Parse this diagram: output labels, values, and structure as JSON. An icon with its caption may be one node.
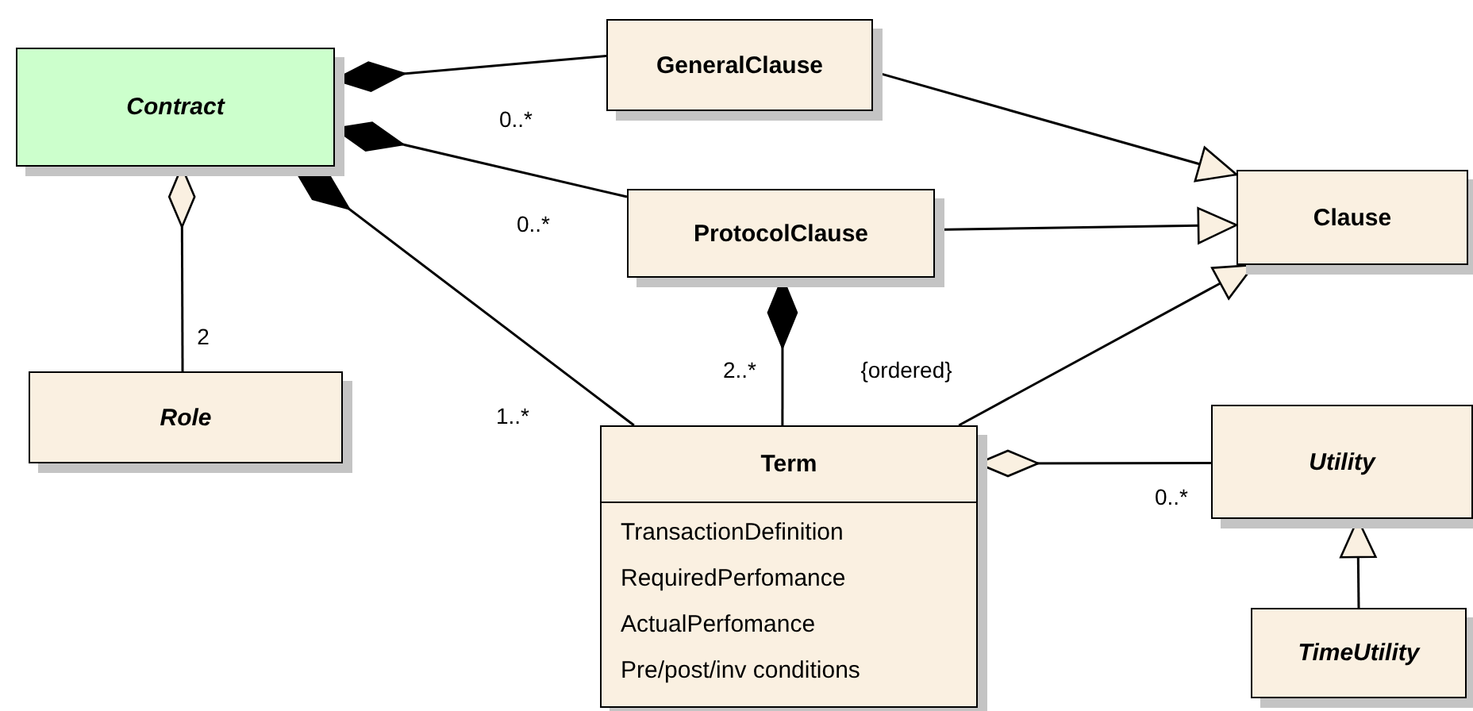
{
  "diagram": {
    "nodes": [
      {
        "text": [
          "Contract"
        ]
      },
      {
        "text": [
          "GeneralClause"
        ]
      },
      {
        "text": [
          "ProtocolClause"
        ]
      },
      {
        "text": [
          "Clause"
        ]
      },
      {
        "text": [
          "Role"
        ]
      },
      {
        "text": [
          "Term",
          "TransactionDefinition",
          "RequiredPerfomance",
          "ActualPerfomance",
          "Pre/post/inv conditions"
        ]
      },
      {
        "text": [
          "Utility"
        ]
      },
      {
        "text": [
          "TimeUtility"
        ]
      }
    ],
    "edges": [
      {
        "from": 0,
        "to": 1,
        "arrow": "other",
        "label": "0..*"
      },
      {
        "from": 0,
        "to": 2,
        "arrow": "other",
        "label": "0..*"
      },
      {
        "from": 0,
        "to": 5,
        "arrow": "other",
        "label": "1..*"
      },
      {
        "from": 0,
        "to": 4,
        "arrow": "other",
        "label": "2"
      },
      {
        "from": 2,
        "to": 5,
        "arrow": "other",
        "label": "2..*"
      },
      {
        "from": 1,
        "to": 3,
        "arrow": "to"
      },
      {
        "from": 2,
        "to": 3,
        "arrow": "to"
      },
      {
        "from": 5,
        "to": 3,
        "arrow": "to"
      },
      {
        "from": 5,
        "to": 6,
        "arrow": "other",
        "label": "0..*"
      },
      {
        "from": 7,
        "to": 6,
        "arrow": "to"
      }
    ],
    "labels": [
      "{ordered}"
    ]
  }
}
